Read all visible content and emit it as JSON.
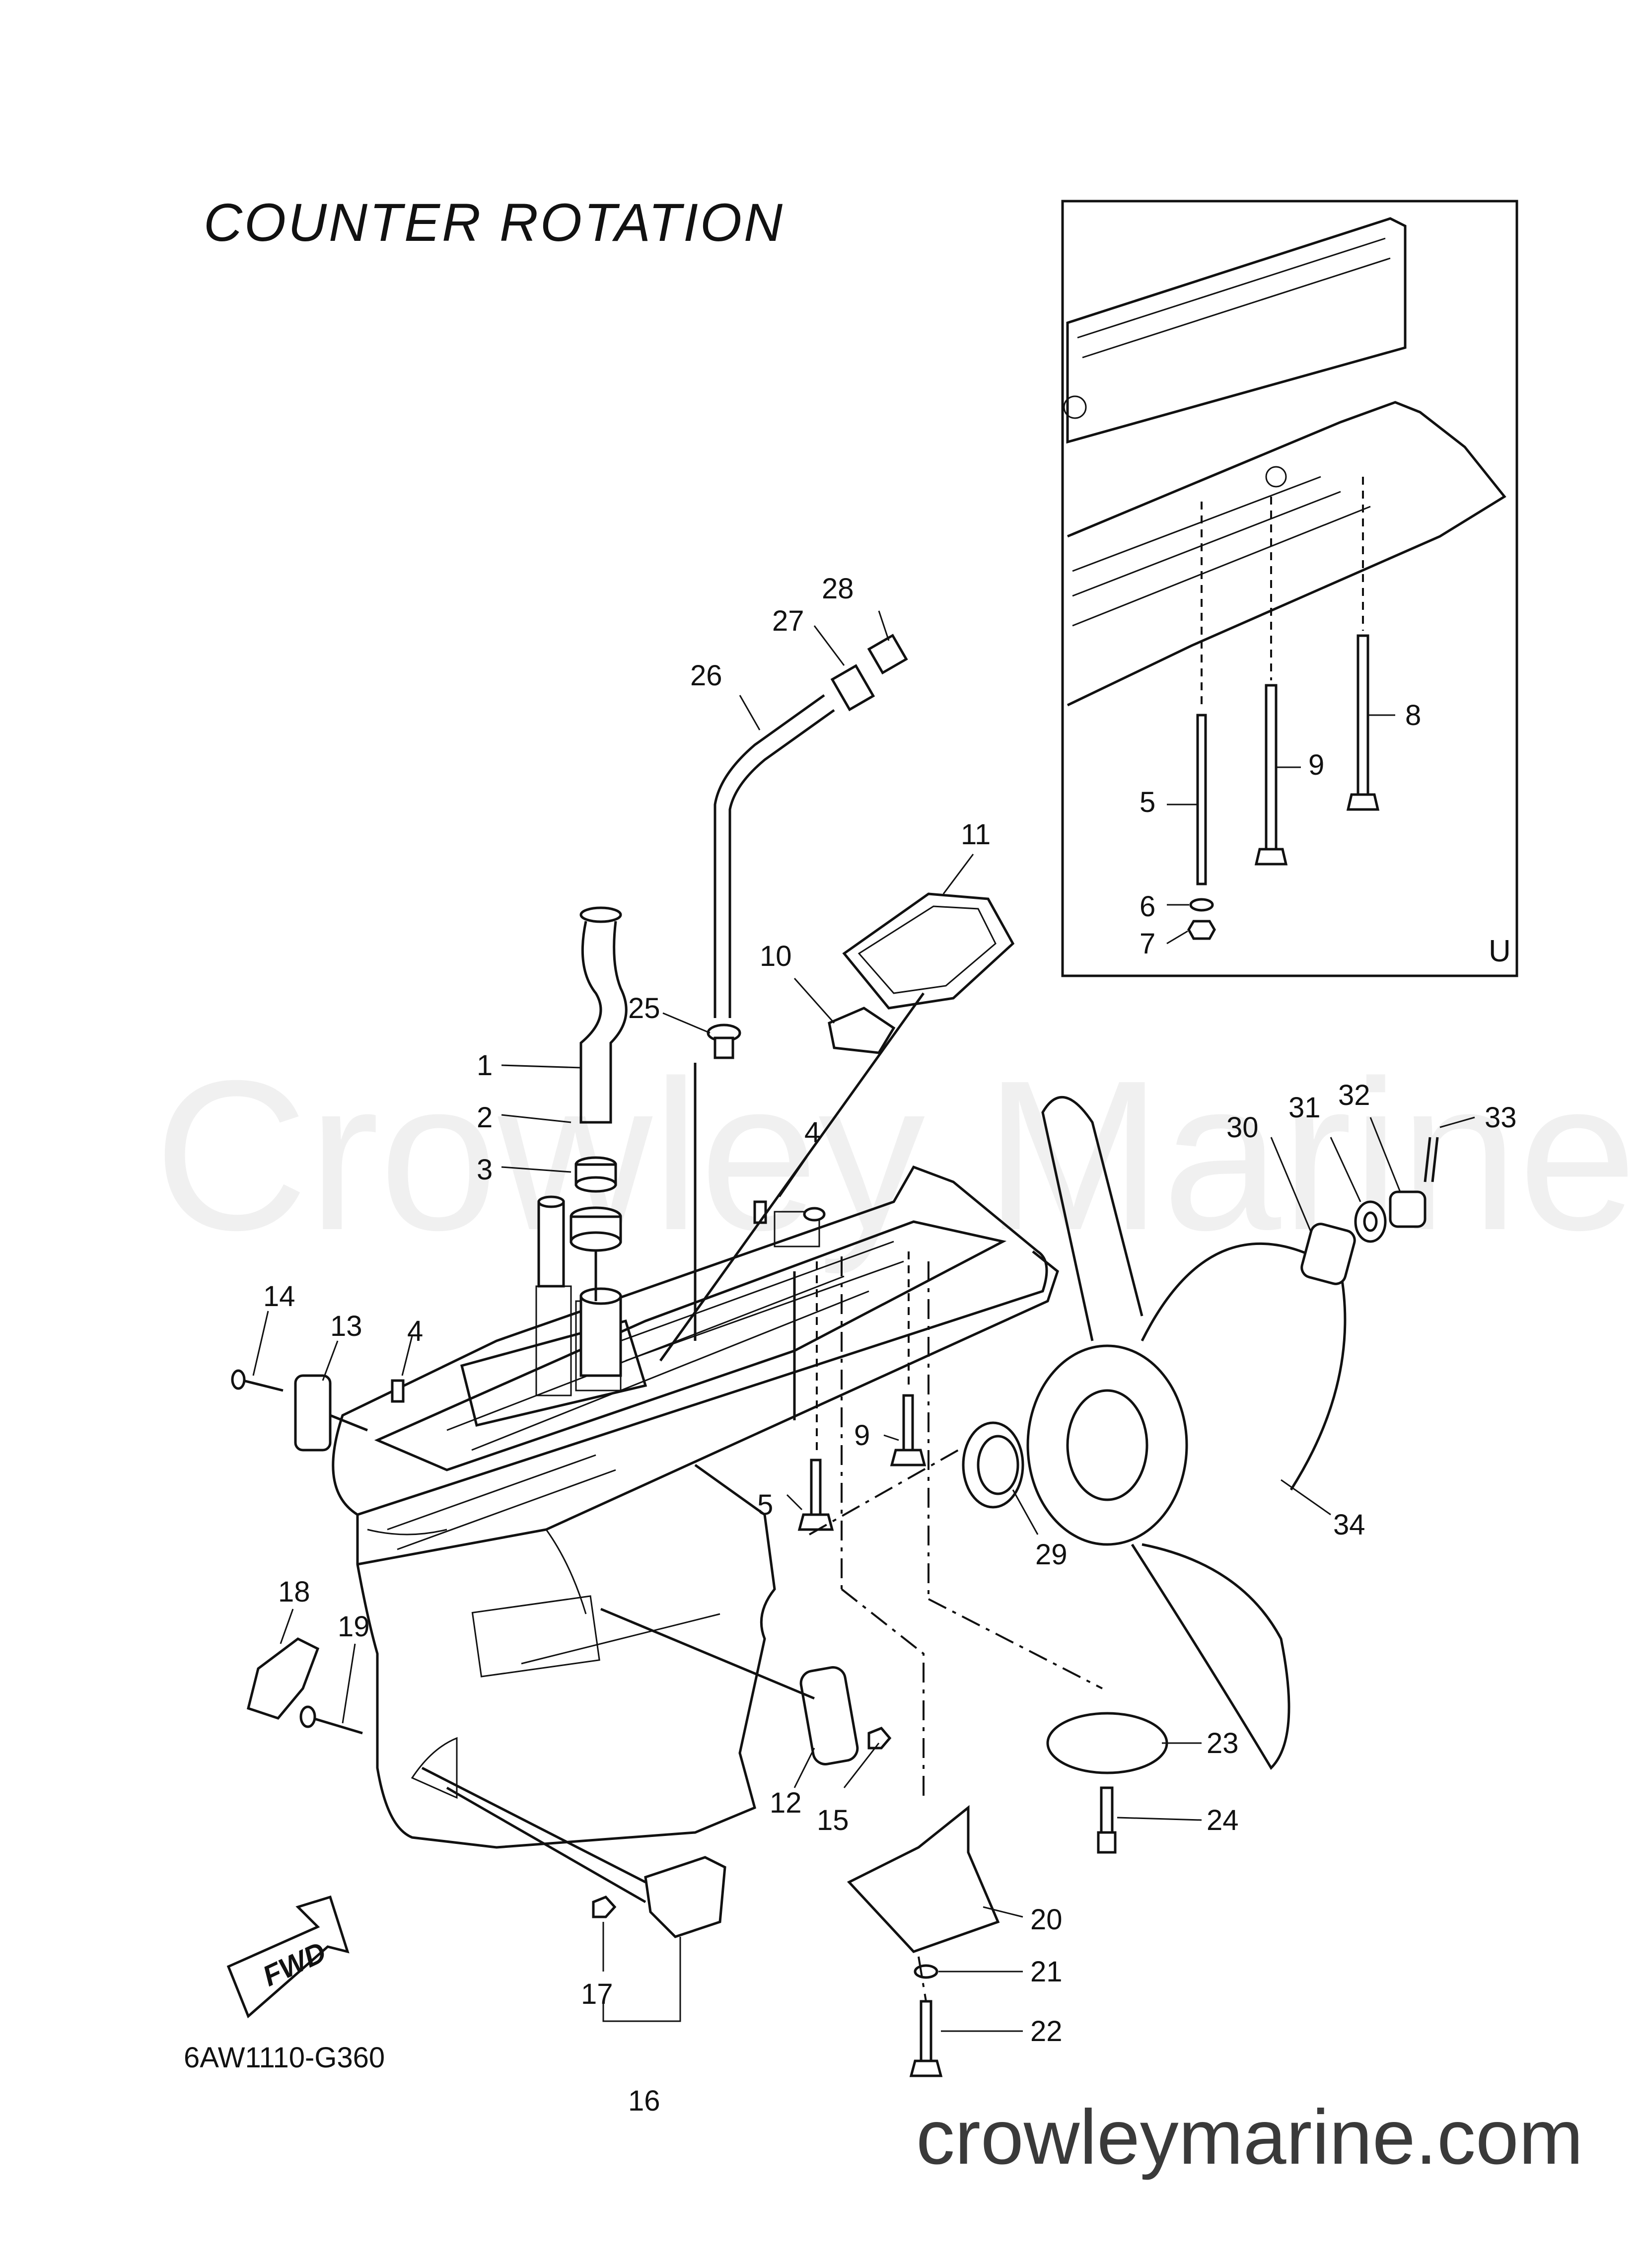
{
  "title": "COUNTER  ROTATION",
  "figure_code": "6AW1110-G360",
  "website": "crowleymarine.com",
  "watermark": "Crowley Marine",
  "inset_tag": "U",
  "fwd_label": "FWD",
  "callouts": [
    "1",
    "2",
    "3",
    "4",
    "4",
    "5",
    "5",
    "6",
    "7",
    "8",
    "9",
    "9",
    "10",
    "11",
    "12",
    "13",
    "14",
    "15",
    "16",
    "17",
    "18",
    "19",
    "20",
    "21",
    "22",
    "23",
    "24",
    "25",
    "26",
    "27",
    "28",
    "29",
    "30",
    "31",
    "32",
    "33",
    "34"
  ]
}
